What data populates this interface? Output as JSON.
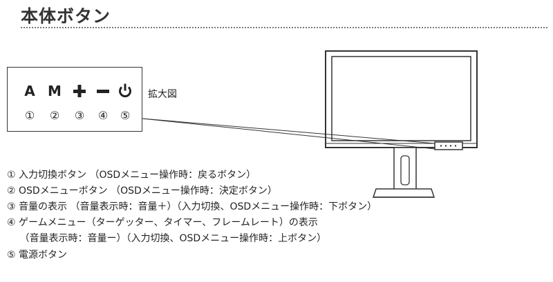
{
  "page": {
    "title": "本体ボタン",
    "zoom_label": "拡大図"
  },
  "buttons": [
    {
      "symbol": "A",
      "number": "①"
    },
    {
      "symbol": "M",
      "number": "②"
    },
    {
      "symbol": "+",
      "number": "③"
    },
    {
      "symbol": "−",
      "number": "④"
    },
    {
      "symbol": "power-icon",
      "number": "⑤"
    }
  ],
  "descriptions": [
    "① 入力切換ボタン （OSDメニュー操作時：戻るボタン）",
    "② OSDメニューボタン （OSDメニュー操作時：決定ボタン）",
    "③ 音量の表示 （音量表示時：音量＋）（入力切換、OSDメニュー操作時：下ボタン）",
    "④ ゲームメニュー（ターゲッター、タイマー、フレームレート）の表示",
    "　 （音量表示時：音量ー）（入力切換、OSDメニュー操作時：上ボタン）",
    "⑤ 電源ボタン"
  ]
}
